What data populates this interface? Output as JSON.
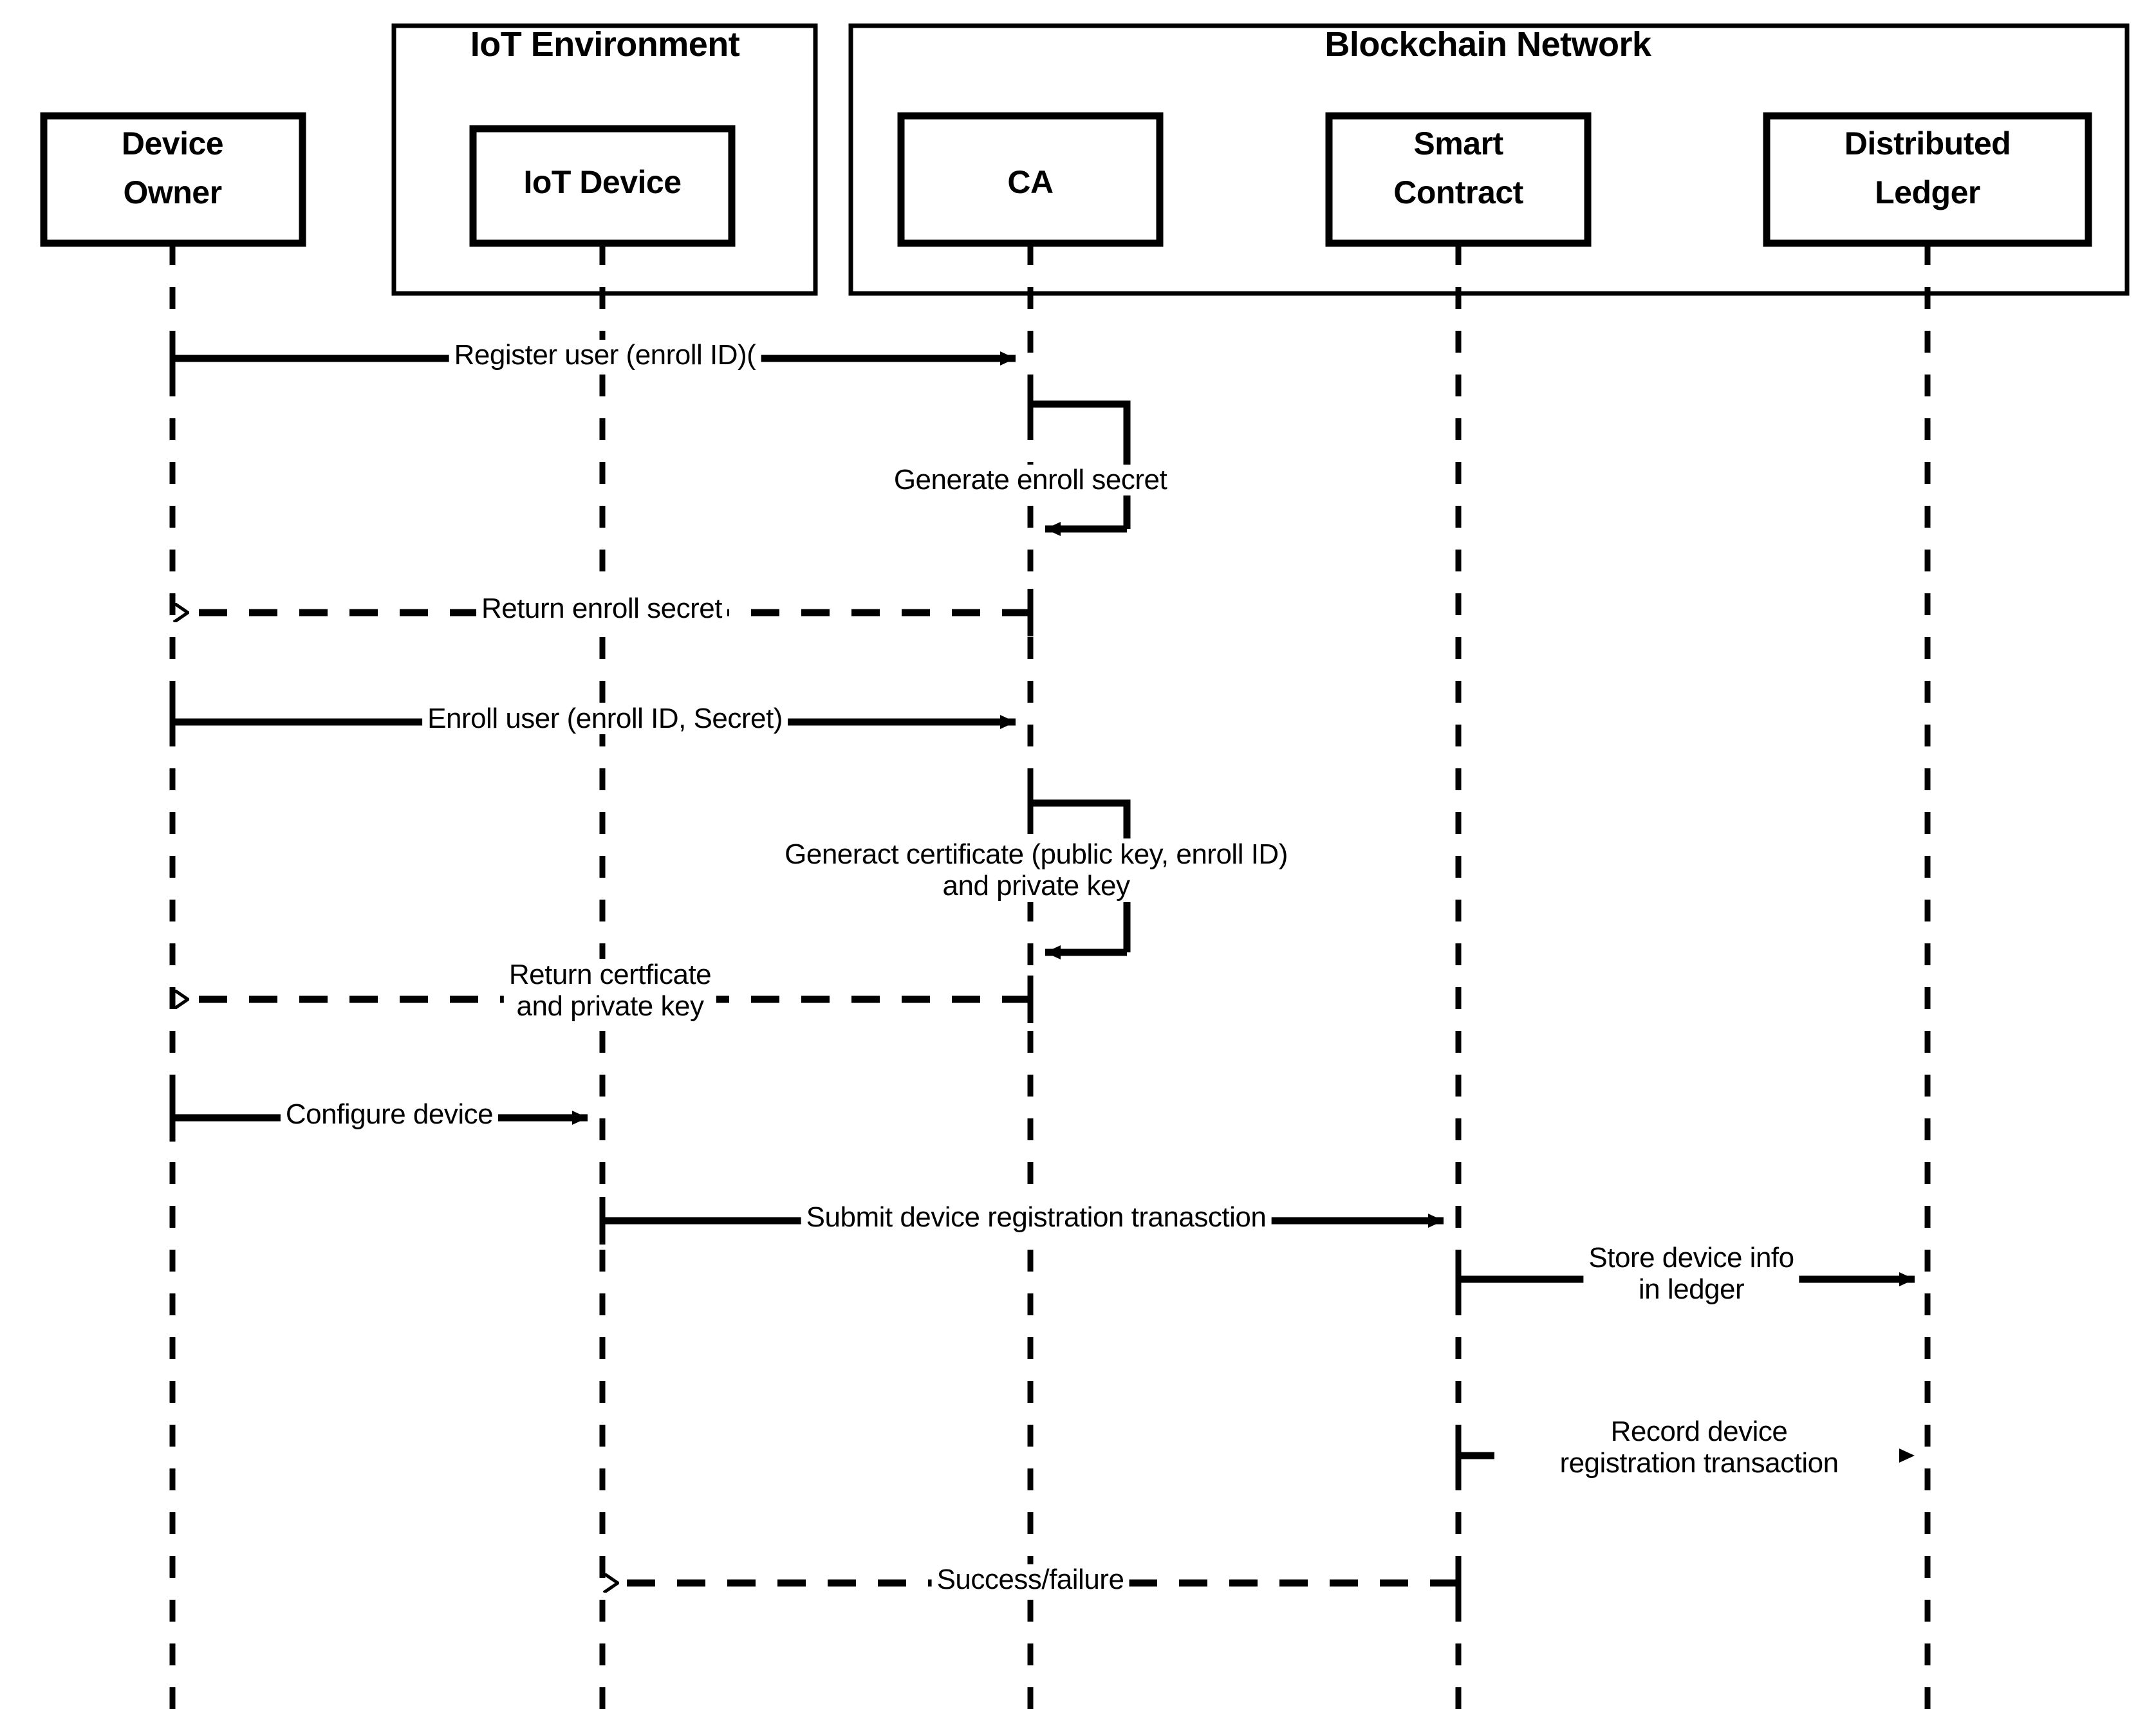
{
  "diagram": {
    "type": "uml-sequence-diagram",
    "title": "IoT device registration sequence"
  },
  "groups": [
    {
      "id": "iot-environment",
      "label": "IoT Environment"
    },
    {
      "id": "blockchain-network",
      "label": "Blockchain Network"
    }
  ],
  "participants": [
    {
      "id": "device-owner",
      "label_line1": "Device",
      "label_line2": "Owner",
      "group": null
    },
    {
      "id": "iot-device",
      "label_line1": "IoT Device",
      "label_line2": "",
      "group": "iot-environment"
    },
    {
      "id": "ca",
      "label_line1": "CA",
      "label_line2": "",
      "group": "blockchain-network"
    },
    {
      "id": "smart-contract",
      "label_line1": "Smart",
      "label_line2": "Contract",
      "group": "blockchain-network"
    },
    {
      "id": "distributed-ledger",
      "label_line1": "Distributed",
      "label_line2": "Ledger",
      "group": "blockchain-network"
    }
  ],
  "messages": [
    {
      "id": "m1",
      "from": "device-owner",
      "to": "ca",
      "label_line1": "Register user (enroll ID)(",
      "label_line2": "",
      "style": "solid",
      "arrow": "filled",
      "kind": "call"
    },
    {
      "id": "m2",
      "from": "ca",
      "to": "ca",
      "label_line1": "Generate enroll secret",
      "label_line2": "",
      "style": "solid",
      "arrow": "filled",
      "kind": "self"
    },
    {
      "id": "m3",
      "from": "ca",
      "to": "device-owner",
      "label_line1": "Return enroll secret",
      "label_line2": "",
      "style": "dashed",
      "arrow": "open",
      "kind": "return"
    },
    {
      "id": "m4",
      "from": "device-owner",
      "to": "ca",
      "label_line1": "Enroll user (enroll ID, Secret)",
      "label_line2": "",
      "style": "solid",
      "arrow": "filled",
      "kind": "call"
    },
    {
      "id": "m5",
      "from": "ca",
      "to": "ca",
      "label_line1": "Generact certificate (public key, enroll ID)",
      "label_line2": "and private key",
      "style": "solid",
      "arrow": "filled",
      "kind": "self"
    },
    {
      "id": "m6",
      "from": "ca",
      "to": "device-owner",
      "label_line1": "Return certficate",
      "label_line2": "and private key",
      "style": "dashed",
      "arrow": "open",
      "kind": "return"
    },
    {
      "id": "m7",
      "from": "device-owner",
      "to": "iot-device",
      "label_line1": "Configure device",
      "label_line2": "",
      "style": "solid",
      "arrow": "filled",
      "kind": "call"
    },
    {
      "id": "m8",
      "from": "iot-device",
      "to": "smart-contract",
      "label_line1": "Submit device registration tranasction",
      "label_line2": "",
      "style": "solid",
      "arrow": "filled",
      "kind": "call"
    },
    {
      "id": "m9",
      "from": "smart-contract",
      "to": "distributed-ledger",
      "label_line1": "Store device info",
      "label_line2": "in ledger",
      "style": "solid",
      "arrow": "filled",
      "kind": "call"
    },
    {
      "id": "m10",
      "from": "smart-contract",
      "to": "distributed-ledger",
      "label_line1": "Record device",
      "label_line2": "registration transaction",
      "style": "solid",
      "arrow": "filled",
      "kind": "call"
    },
    {
      "id": "m11",
      "from": "smart-contract",
      "to": "iot-device",
      "label_line1": "Success/failure",
      "label_line2": "",
      "style": "dashed",
      "arrow": "open",
      "kind": "return"
    }
  ],
  "colors": {
    "stroke": "#000000",
    "background": "#ffffff",
    "text": "#000000"
  }
}
